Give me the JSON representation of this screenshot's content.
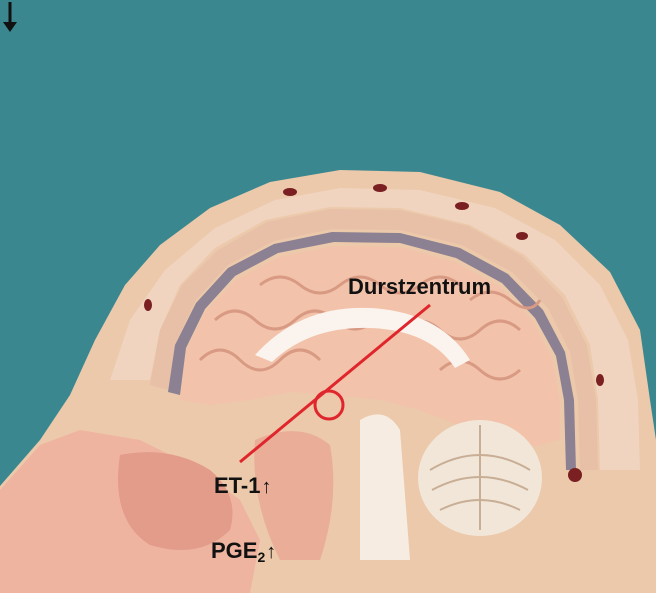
{
  "labels": {
    "thirst_center": "Durstzentrum",
    "et1": "ET-1",
    "pge_base": "PGE",
    "pge_sub": "2",
    "up_arrow": "↑"
  },
  "colors": {
    "background": "#3a8790",
    "pointer": "#e0262d",
    "skin": "#eac7a8",
    "brain": "#f2c3aa",
    "cerebellum": "#f1e6d8"
  }
}
